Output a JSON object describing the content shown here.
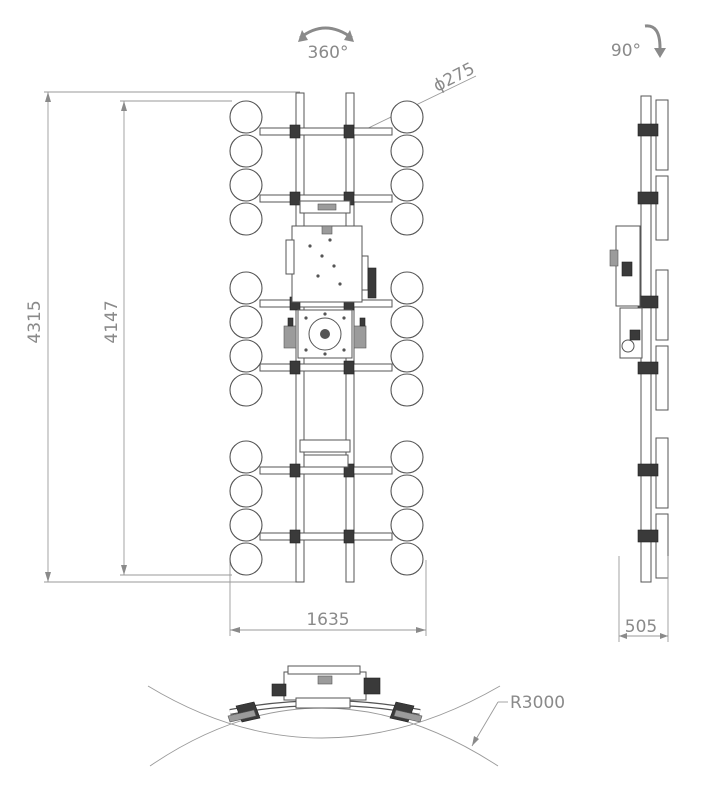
{
  "dimensions": {
    "rotation_main": "360°",
    "rotation_side": "90°",
    "cup_diameter": "ϕ275",
    "overall_height": "4315",
    "cup_span_height": "4147",
    "width": "1635",
    "side_depth": "505",
    "bend_radius": "R3000"
  }
}
